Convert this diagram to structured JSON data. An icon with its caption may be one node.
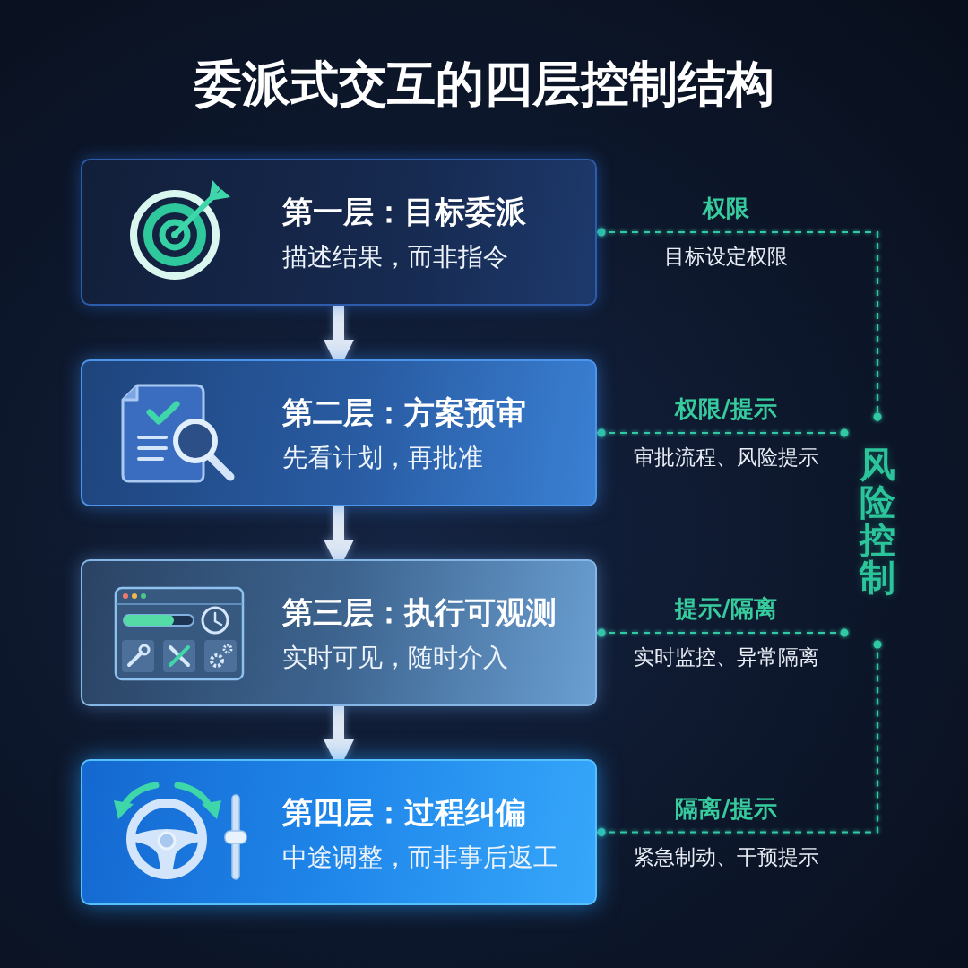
{
  "diagram": {
    "title": "委派式交互的四层控制结构",
    "nodes": [
      {
        "text": [
          "第一层：目标委派",
          "描述结果，而非指令"
        ]
      },
      {
        "text": [
          "第二层：方案预审",
          "先看计划，再批准"
        ]
      },
      {
        "text": [
          "第三层：执行可观测",
          "实时可见，随时介入"
        ]
      },
      {
        "text": [
          "第四层：过程纠偏",
          "中途调整，而非事后返工"
        ]
      },
      {
        "text": [
          "风险控制"
        ]
      }
    ],
    "edges": [
      {
        "from": 0,
        "to": 1,
        "arrow": "to",
        "style": "thick",
        "color": "#dfe8f4"
      },
      {
        "from": 1,
        "to": 2,
        "arrow": "to",
        "style": "thick",
        "color": "#dfe8f4"
      },
      {
        "from": 2,
        "to": 3,
        "arrow": "to",
        "style": "thick",
        "color": "#dfe8f4"
      },
      {
        "from": 0,
        "to": 4,
        "arrow": "other",
        "label": "权限",
        "style": "dashed"
      },
      {
        "from": 1,
        "to": 4,
        "arrow": "other",
        "label": "权限/提示",
        "style": "dashed"
      },
      {
        "from": 2,
        "to": 4,
        "arrow": "other",
        "label": "提示/隔离",
        "style": "dashed"
      },
      {
        "from": 3,
        "to": 4,
        "arrow": "other",
        "label": "隔离/提示",
        "style": "dashed"
      }
    ],
    "labels": [
      "目标设定权限",
      "审批流程、风险提示",
      "实时监控、异常隔离",
      "紧急制动、干预提示"
    ]
  }
}
